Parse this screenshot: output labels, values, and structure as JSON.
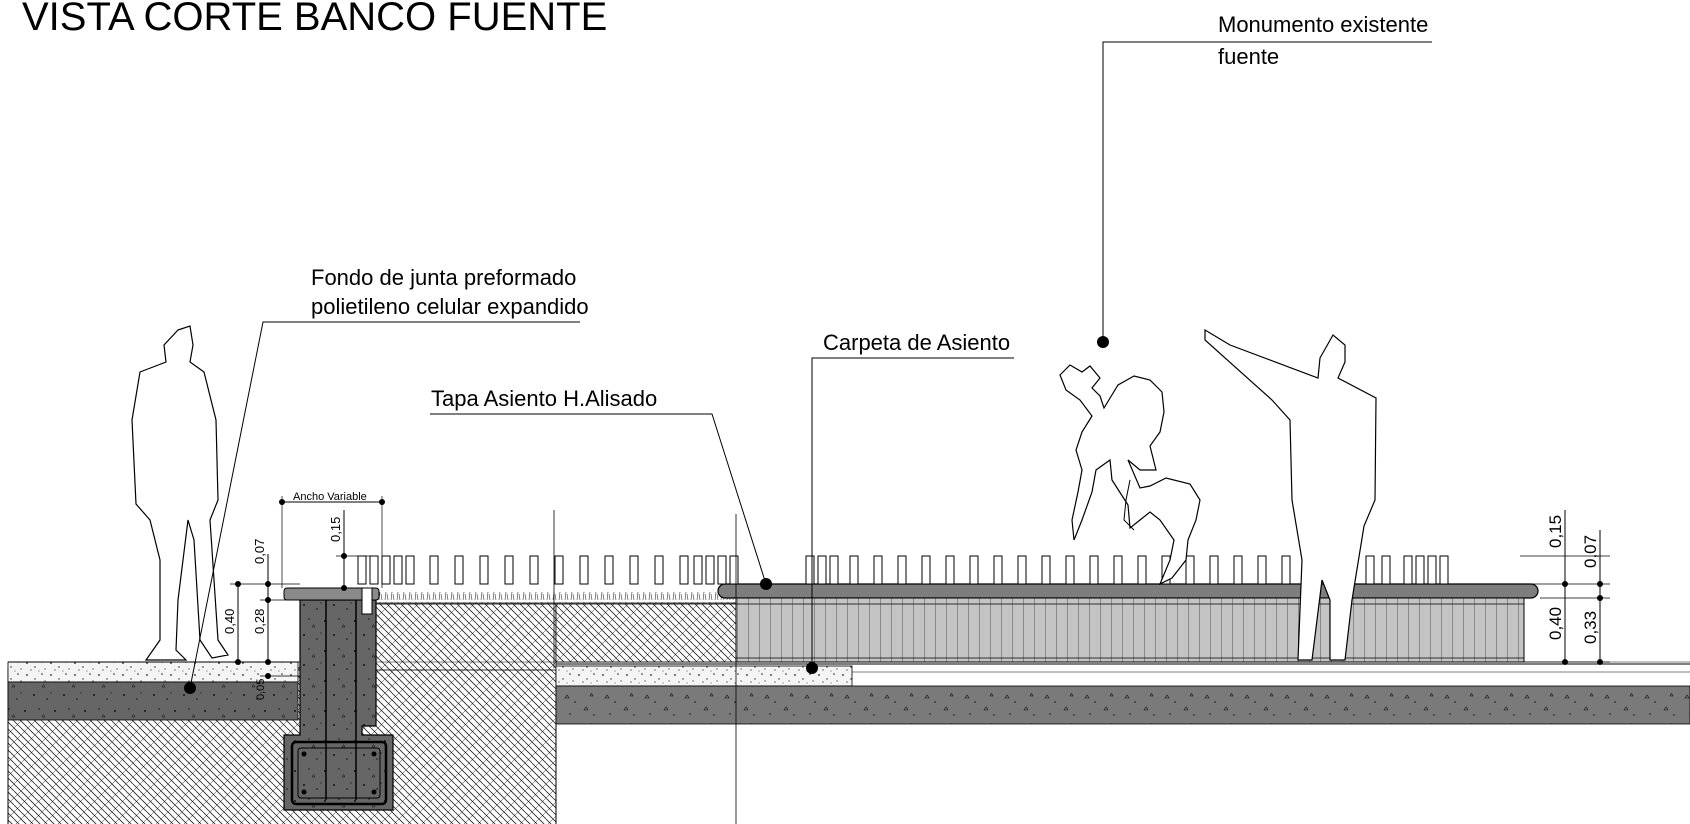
{
  "drawing": {
    "title": "VISTA CORTE BANCO FUENTE",
    "labels": {
      "monumento_1": "Monumento existente",
      "monumento_2": "fuente",
      "fondo_1": "Fondo de junta preformado",
      "fondo_2": "polietileno celular expandido",
      "carpeta": "Carpeta de Asiento",
      "tapa": "Tapa Asiento H.Alisado",
      "ancho": "Ancho Variable"
    },
    "dimensions_left": {
      "d_007": "0,07",
      "d_015": "0,15",
      "d_040": "0,40",
      "d_028": "0,28",
      "d_005": "0,05"
    },
    "dimensions_right": {
      "d_015": "0,15",
      "d_007": "0,07",
      "d_040": "0,40",
      "d_033": "0,33"
    }
  }
}
